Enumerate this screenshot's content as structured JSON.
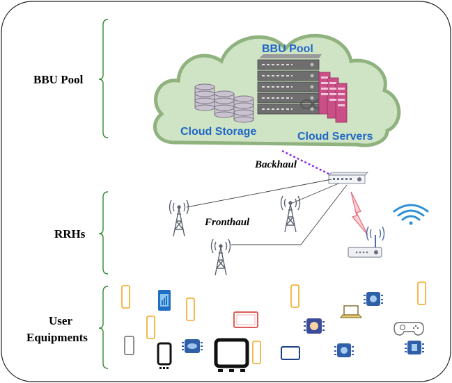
{
  "sections": {
    "bbu_pool": "BBU Pool",
    "rrhs": "RRHs",
    "user_equipments_line1": "User",
    "user_equipments_line2": "Equipments"
  },
  "cloud": {
    "title": "BBU Pool",
    "storage_label": "Cloud Storage",
    "servers_label": "Cloud Servers"
  },
  "links": {
    "backhaul": "Backhaul",
    "fronthaul": "Fronthaul"
  },
  "colors": {
    "cloud_fill": "#cfe4c4",
    "cloud_stroke": "#8fb27f",
    "label_blue": "#1f66c7",
    "backhaul_line": "#8a2be2",
    "phone_yellow": "#f5a623",
    "chip_blue": "#2f5fa8"
  }
}
